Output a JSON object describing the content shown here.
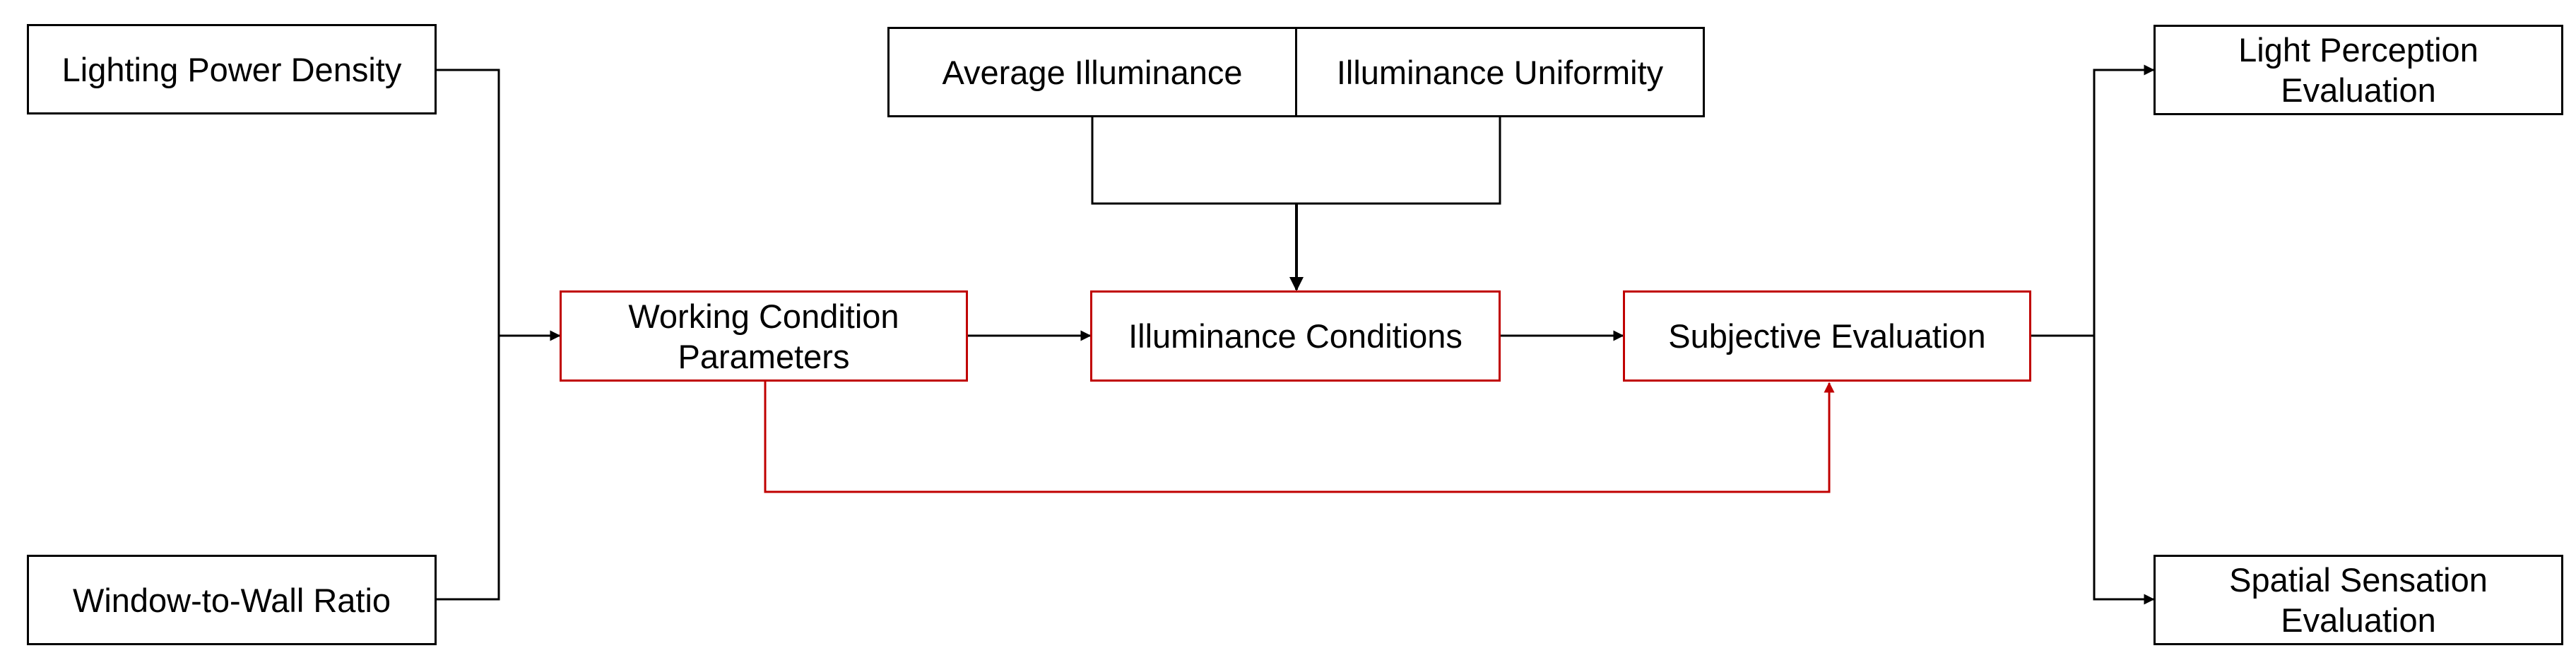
{
  "colors": {
    "line": "#000000",
    "highlight": "#c00000"
  },
  "nodes": {
    "lighting_power_density": "Lighting Power Density",
    "window_to_wall_ratio": "Window-to-Wall Ratio",
    "average_illuminance": "Average Illuminance",
    "illuminance_uniformity": "Illuminance Uniformity",
    "working_condition_parameters": {
      "line1": "Working Condition",
      "line2": "Parameters"
    },
    "illuminance_conditions": "Illuminance Conditions",
    "subjective_evaluation": "Subjective Evaluation",
    "light_perception_evaluation": {
      "line1": "Light Perception",
      "line2": "Evaluation"
    },
    "spatial_sensation_evaluation": {
      "line1": "Spatial Sensation",
      "line2": "Evaluation"
    }
  }
}
